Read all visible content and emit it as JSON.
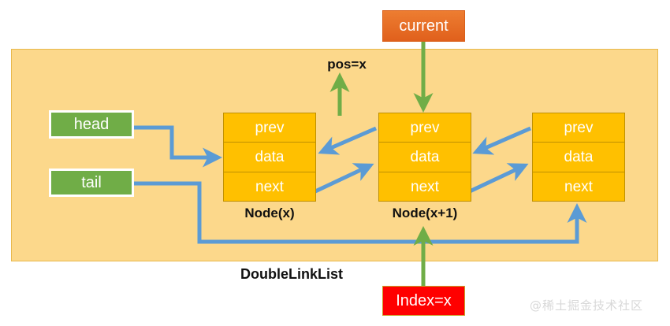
{
  "diagram": {
    "title_label": "DoubleLinkList",
    "pos_label": "pos=x",
    "current_label": "current",
    "index_label": "Index=x",
    "watermark": "@稀土掘金技术社区",
    "colors": {
      "container_fill": "#FCD88B",
      "container_border": "#E8B84B",
      "node_fill": "#FFC000",
      "node_border": "#BF9000",
      "pointer_fill": "#70AD47",
      "current_fill": "#ED7D31",
      "index_fill": "#FF0000",
      "link_arrow": "#5B9BD5",
      "accent_arrow": "#70AD47",
      "text_light": "#FFFFFF",
      "text_dark": "#111111"
    }
  },
  "pointers": [
    {
      "name": "head",
      "label": "head"
    },
    {
      "name": "tail",
      "label": "tail"
    }
  ],
  "nodes": [
    {
      "id": "node-x",
      "label": "Node(x)",
      "fields": [
        {
          "key": "prev",
          "label": "prev"
        },
        {
          "key": "data",
          "label": "data"
        },
        {
          "key": "next",
          "label": "next"
        }
      ]
    },
    {
      "id": "node-x-plus-1",
      "label": "Node(x+1)",
      "fields": [
        {
          "key": "prev",
          "label": "prev"
        },
        {
          "key": "data",
          "label": "data"
        },
        {
          "key": "next",
          "label": "next"
        }
      ]
    },
    {
      "id": "node-third",
      "label": "",
      "fields": [
        {
          "key": "prev",
          "label": "prev"
        },
        {
          "key": "data",
          "label": "data"
        },
        {
          "key": "next",
          "label": "next"
        }
      ]
    }
  ]
}
